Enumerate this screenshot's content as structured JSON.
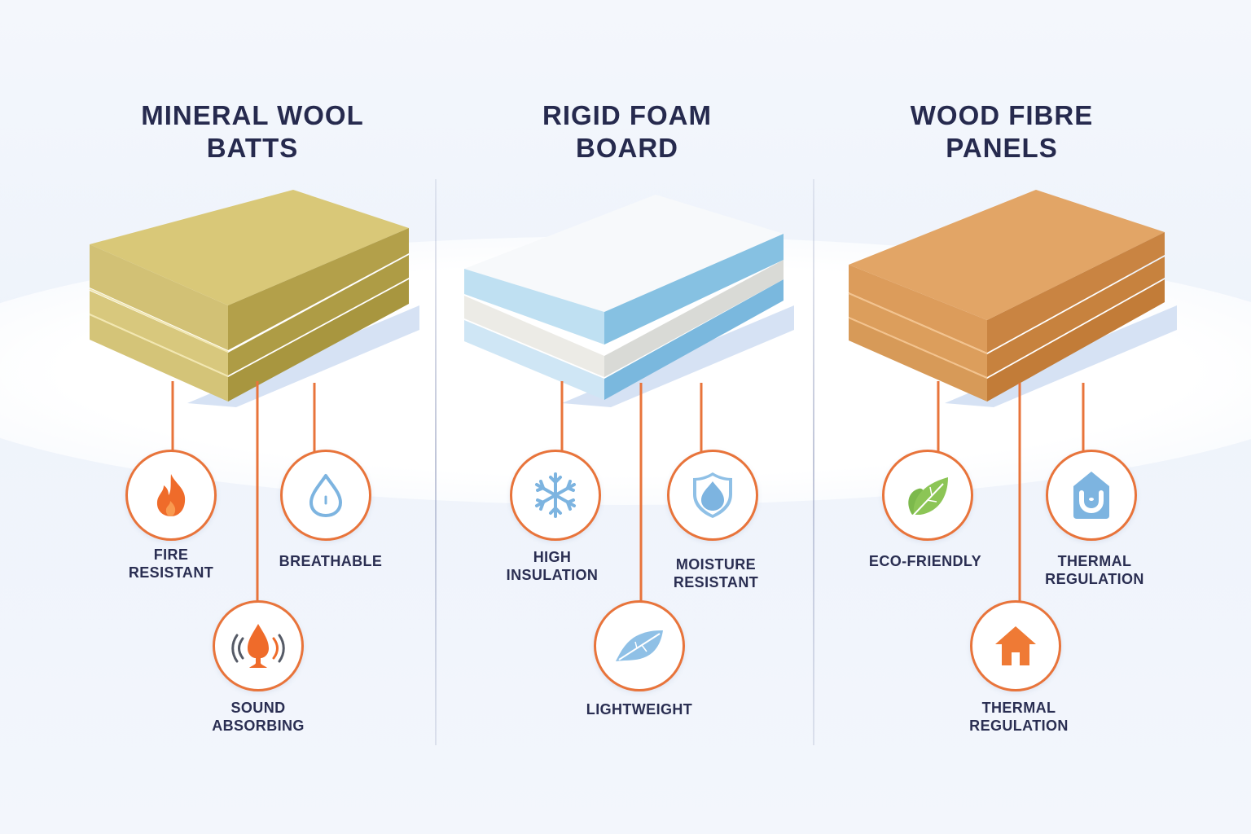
{
  "colors": {
    "title": "#262a4e",
    "label": "#2a2e52",
    "connector": "#e8743b",
    "mineral_wool": "#d8c878",
    "rigid_foam": "#9ccbe6",
    "wood_fibre": "#dc9a5a",
    "icon_blue": "#7db4e0",
    "icon_green": "#7cb94c",
    "icon_orange": "#ef7a35"
  },
  "columns": [
    {
      "title_line1": "MINERAL WOOL",
      "title_line2": "BATTS",
      "material": "mineral-wool",
      "features": [
        {
          "line1": "FIRE",
          "line2": "RESISTANT",
          "icon": "flame-icon"
        },
        {
          "line1": "BREATHABLE",
          "line2": "",
          "icon": "water-drop-icon"
        },
        {
          "line1": "SOUND",
          "line2": "ABSORBING",
          "icon": "sound-absorbing-icon"
        }
      ]
    },
    {
      "title_line1": "RIGID FOAM",
      "title_line2": "BOARD",
      "material": "rigid-foam",
      "features": [
        {
          "line1": "HIGH",
          "line2": "INSULATION",
          "icon": "snowflake-icon"
        },
        {
          "line1": "MOISTURE",
          "line2": "RESISTANT",
          "icon": "shield-drop-icon"
        },
        {
          "line1": "LIGHTWEIGHT",
          "line2": "",
          "icon": "feather-leaf-icon"
        }
      ]
    },
    {
      "title_line1": "WOOD FIBRE",
      "title_line2": "PANELS",
      "material": "wood-fibre",
      "features": [
        {
          "line1": "ECO-FRIENDLY",
          "line2": "",
          "icon": "leaf-icon"
        },
        {
          "line1": "THERMAL",
          "line2": "REGULATION",
          "icon": "house-thermal-icon"
        },
        {
          "line1": "THERMAL",
          "line2": "REGULATION",
          "icon": "house-icon"
        }
      ]
    }
  ]
}
